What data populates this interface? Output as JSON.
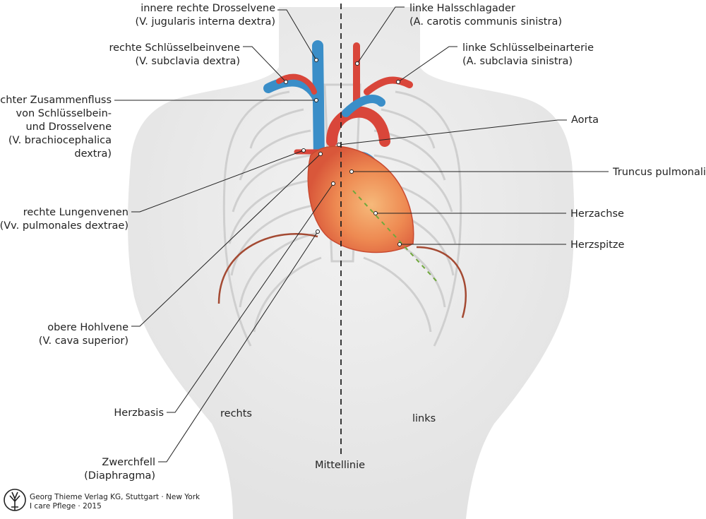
{
  "labels": {
    "jugular_right": [
      "innere rechte Drosselvene",
      "(V. jugularis interna dextra)"
    ],
    "subclavian_vein_right": [
      "rechte Schlüsselbeinvene",
      "(V. subclavia dextra)"
    ],
    "brachiocephalic_right": [
      "rechter Zusammenfluss",
      "von Schlüsselbein-",
      "und Drosselvene",
      "(V. brachiocephalica",
      "dextra)"
    ],
    "pulmonary_veins_right": [
      "rechte Lungenvenen",
      "(Vv. pulmonales dextrae)"
    ],
    "vena_cava_superior": [
      "obere Hohlvene",
      "(V. cava superior)"
    ],
    "heart_base": [
      "Herzbasis"
    ],
    "diaphragm": [
      "Zwerchfell",
      "(Diaphragma)"
    ],
    "carotid_left": [
      "linke Halsschlagader",
      "(A. carotis communis sinistra)"
    ],
    "subclavian_artery_left": [
      "linke Schlüsselbeinarterie",
      "(A. subclavia sinistra)"
    ],
    "aorta": [
      "Aorta"
    ],
    "truncus_pulmonalis": [
      "Truncus pulmonalis"
    ],
    "heart_axis": [
      "Herzachse"
    ],
    "heart_apex": [
      "Herzspitze"
    ]
  },
  "sides": {
    "right": "rechts",
    "left": "links"
  },
  "midline": "Mittellinie",
  "credit": [
    "Georg Thieme Verlag KG, Stuttgart · New York",
    "I care Pflege · 2015"
  ],
  "colors": {
    "vein": "#3a8ec8",
    "artery": "#d9463a",
    "heart": "#e8703f",
    "ribs": "#e4e4e4",
    "skin": "#eeeeee",
    "diaphragm": "#a44a33",
    "axis": "#6fa83c"
  }
}
